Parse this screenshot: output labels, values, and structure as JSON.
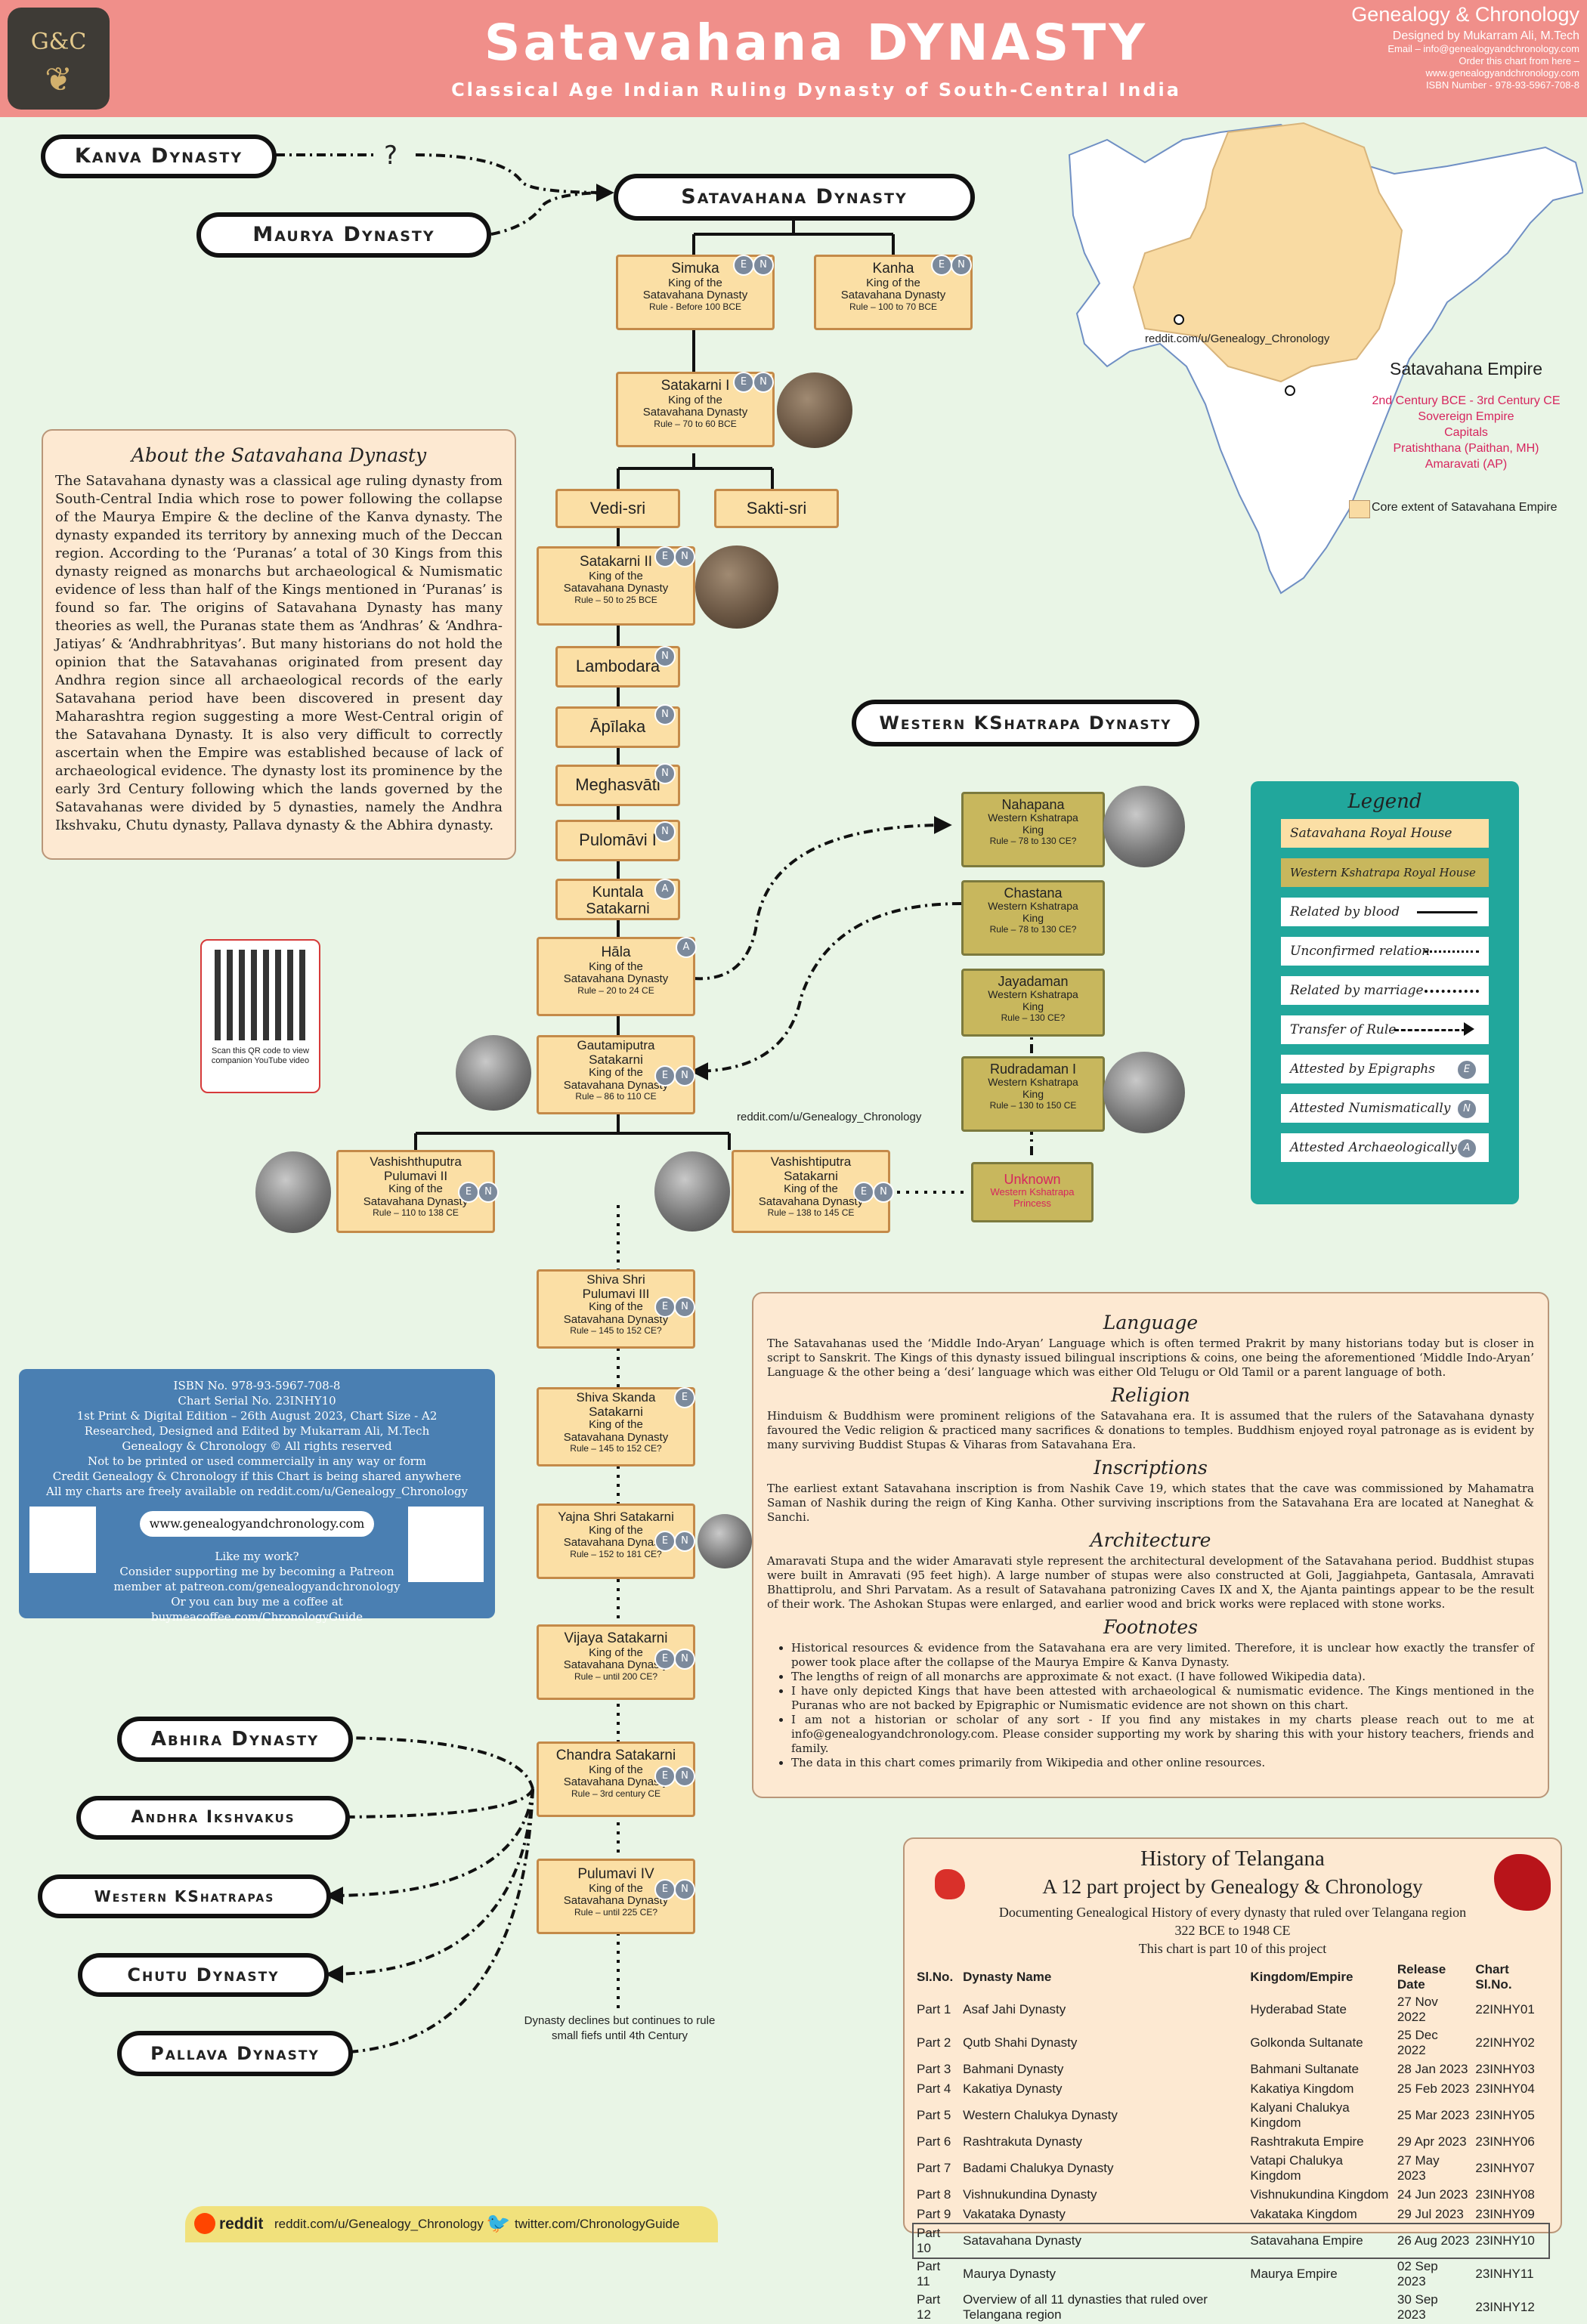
{
  "header": {
    "logo_text": "G&C",
    "title": "Satavahana DYNASTY",
    "subtitle": "Classical Age Indian Ruling Dynasty of South-Central India",
    "brand": "Genealogy & Chronology",
    "designer": "Designed by Mukarram Ali, M.Tech",
    "email": "Email – info@genealogyandchronology.com",
    "order1": "Order this chart from here –",
    "order2": "www.genealogyandchronology.com",
    "isbn": "ISBN Number - 978-93-5967-708-8"
  },
  "dynasties": {
    "kanva": "Kanva Dynasty",
    "maurya": "Maurya Dynasty",
    "satavahana": "Satavahana Dynasty",
    "western": "Western KShatrapa Dynasty",
    "question": "?",
    "abhira": "Abhira Dynasty",
    "ikshvakus": "Andhra Ikshvakus",
    "kshatrapas": "Western KShatrapas",
    "chutu": "Chutu Dynasty",
    "pallava": "Pallava Dynasty"
  },
  "kings": {
    "simuka": {
      "name": "Simuka",
      "t1": "King of the",
      "t2": "Satavahana Dynasty",
      "rule": "Rule - Before 100 BCE"
    },
    "kanha": {
      "name": "Kanha",
      "t1": "King of the",
      "t2": "Satavahana Dynasty",
      "rule": "Rule – 100 to 70 BCE"
    },
    "satakarni1": {
      "name": "Satakarni I",
      "t1": "King of the",
      "t2": "Satavahana Dynasty",
      "rule": "Rule – 70 to 60 BCE"
    },
    "vedisri": "Vedi-sri",
    "saktisri": "Sakti-sri",
    "satakarni2": {
      "name": "Satakarni II",
      "t1": "King of the",
      "t2": "Satavahana Dynasty",
      "rule": "Rule – 50 to 25 BCE"
    },
    "lambodara": "Lambodara",
    "apilaka": "Āpīlaka",
    "meghasvati": "Meghasvāti",
    "pulomavi1": "Pulomāvi I",
    "kuntala1": "Kuntala",
    "kuntala2": "Satakarni",
    "hala": {
      "name": "Hāla",
      "t1": "King of the",
      "t2": "Satavahana Dynasty",
      "rule": "Rule – 20 to 24 CE"
    },
    "gautamiputra": {
      "name1": "Gautamiputra",
      "name2": "Satakarni",
      "t1": "King of the",
      "t2": "Satavahana Dynasty",
      "rule": "Rule – 86 to 110 CE"
    },
    "vashishthuputra": {
      "name1": "Vashishthuputra",
      "name2": "Pulumavi II",
      "t1": "King of the",
      "t2": "Satavahana Dynasty",
      "rule": "Rule – 110 to 138 CE"
    },
    "vashishtiputra": {
      "name1": "Vashishtiputra",
      "name2": "Satakarni",
      "t1": "King of the",
      "t2": "Satavahana Dynasty",
      "rule": "Rule – 138 to 145 CE"
    },
    "shivashri": {
      "name1": "Shiva Shri",
      "name2": "Pulumavi III",
      "t1": "King of the",
      "t2": "Satavahana Dynasty",
      "rule": "Rule – 145 to 152 CE?"
    },
    "shivaskanda": {
      "name1": "Shiva Skanda",
      "name2": "Satakarni",
      "t1": "King of the",
      "t2": "Satavahana Dynasty",
      "rule": "Rule – 145 to 152 CE?"
    },
    "yajna": {
      "name1": "Yajna Shri Satakarni",
      "t1": "King of the",
      "t2": "Satavahana Dynasty",
      "rule": "Rule – 152 to 181 CE?"
    },
    "vijaya": {
      "name1": "Vijaya Satakarni",
      "t1": "King of the",
      "t2": "Satavahana Dynasty",
      "rule": "Rule – until 200 CE?"
    },
    "chandra": {
      "name1": "Chandra Satakarni",
      "t1": "King of the",
      "t2": "Satavahana Dynasty",
      "rule": "Rule – 3rd century CE"
    },
    "pulumavi4": {
      "name1": "Pulumavi IV",
      "t1": "King of the",
      "t2": "Satavahana Dynasty",
      "rule": "Rule – until 225 CE?"
    },
    "decline": "Dynasty declines but continues to rule small fiefs until 4th Century",
    "nahapana": {
      "name": "Nahapana",
      "t1": "Western Kshatrapa",
      "t2": "King",
      "rule": "Rule – 78 to 130 CE?"
    },
    "chastana": {
      "name": "Chastana",
      "t1": "Western Kshatrapa",
      "t2": "King",
      "rule": "Rule – 78 to 130 CE?"
    },
    "jayadaman": {
      "name": "Jayadaman",
      "t1": "Western Kshatrapa",
      "t2": "King",
      "rule": "Rule – 130 CE?"
    },
    "rudradaman": {
      "name": "Rudradaman I",
      "t1": "Western Kshatrapa",
      "t2": "King",
      "rule": "Rule – 130 to 150 CE"
    },
    "unknown": {
      "name": "Unknown",
      "t1": "Western Kshatrapa",
      "t2": "Princess"
    }
  },
  "badges": {
    "e": "E",
    "n": "N",
    "a": "A"
  },
  "map": {
    "title": "Satavahana Empire",
    "era": "2nd Century BCE - 3rd Century CE",
    "kind": "Sovereign Empire",
    "capitals": "Capitals",
    "capital1": "Pratishthana (Paithan, MH)",
    "capital2": "Amaravati (AP)",
    "core": "Core extent of Satavahana Empire",
    "watermark": "reddit.com/u/Genealogy_Chronology"
  },
  "watermark2": "reddit.com/u/Genealogy_Chronology",
  "about": {
    "title": "About the Satavahana Dynasty",
    "text": "The Satavahana dynasty was a classical age ruling dynasty from South-Central India which rose to power following the collapse of the Maurya Empire & the decline of the Kanva dynasty. The dynasty expanded its territory by annexing much of the Deccan region. According to the ‘Puranas’ a total of 30 Kings from this dynasty reigned as monarchs but archaeological & Numismatic evidence of less than half of the Kings mentioned in ‘Puranas’ is found so far. The origins of Satavahana Dynasty has many theories as well, the Puranas state them as ‘Andhras’ & ‘Andhra-Jatiyas’ & ‘Andhrabhrityas’. But many historians do not hold the opinion that the Satavahanas originated from present day Andhra region since all archaeological records of the early Satavahana period have been discovered in present day Maharashtra region suggesting a more West-Central origin of the Satavahana Dynasty. It is also very difficult to correctly ascertain when the Empire was established because of lack of archaeological evidence. The dynasty lost its prominence by the early 3rd Century following which the lands governed by the Satavahanas were divided by 5 dynasties, namely the Andhra Ikshvaku, Chutu dynasty, Pallava dynasty & the Abhira dynasty."
  },
  "qr": {
    "caption": "Scan this QR code to view companion YouTube video"
  },
  "legend": {
    "title": "Legend",
    "items": [
      "Satavahana Royal House",
      "Western Kshatrapa Royal House",
      "Related by blood",
      "Unconfirmed relation",
      "Related by marriage",
      "Transfer of Rule",
      "Attested by Epigraphs",
      "Attested Numismatically",
      "Attested Archaeologically"
    ]
  },
  "isbn_panel": {
    "lines": [
      "ISBN No. 978-93-5967-708-8",
      "Chart Serial No. 23INHY10",
      "1st Print & Digital Edition – 26th August 2023, Chart Size - A2",
      "Researched, Designed and Edited by Mukarram Ali, M.Tech",
      "Genealogy & Chronology © All rights reserved",
      "Not to be printed or used commercially in any way or form",
      "Credit Genealogy & Chronology if this Chart is being shared anywhere",
      "All my charts are freely available on reddit.com/u/Genealogy_Chronology"
    ],
    "website": "www.genealogyandchronology.com",
    "support": [
      "Like my work?",
      "Consider supporting me by becoming a Patreon",
      "member at patreon.com/genealogyandchronology",
      "Or you can buy me a coffee at buymeacoffee.com/ChronologyGuide"
    ]
  },
  "info": {
    "language_title": "Language",
    "language": "The Satavahanas used the ‘Middle Indo-Aryan’ Language which is often termed Prakrit by many historians today but is closer in script to Sanskrit. The Kings of this dynasty issued bilingual inscriptions & coins, one being the aforementioned ‘Middle Indo-Aryan’ Language & the other being a ‘desi’ language which was either Old Telugu or Old Tamil or a parent language of both.",
    "religion_title": "Religion",
    "religion": "Hinduism & Buddhism were prominent religions of the Satavahana era. It is assumed that the rulers of the Satavahana dynasty favoured the Vedic religion & practiced many sacrifices & donations to temples. Buddhism enjoyed royal patronage as is evident by many surviving Buddist Stupas & Viharas from Satavahana Era.",
    "inscriptions_title": "Inscriptions",
    "inscriptions": "The earliest extant Satavahana inscription is from Nashik Cave 19, which states that the cave was commissioned by Mahamatra Saman of Nashik during the reign of King Kanha. Other surviving inscriptions from the Satavahana Era are located at Naneghat & Sanchi.",
    "architecture_title": "Architecture",
    "architecture": "Amaravati Stupa and the wider Amaravati style represent the architectural development of the Satavahana period. Buddhist stupas were built in Amravati (95 feet high). A large number of stupas were also constructed at Goli, Jaggiahpeta, Gantasala, Amravati Bhattiprolu, and Shri Parvatam. As a result of Satavahana patronizing Caves IX and X, the Ajanta paintings appear to be the result of their work. The Ashokan Stupas were enlarged, and earlier wood and brick works were replaced with stone works.",
    "footnotes_title": "Footnotes",
    "footnotes": [
      "Historical resources & evidence from the Satavahana era are very limited. Therefore, it is unclear how exactly the transfer of power took place after the collapse of the Maurya Empire & Kanva Dynasty.",
      "The lengths of reign of all monarchs are approximate & not exact. (I have followed Wikipedia data).",
      "I have only depicted Kings that have been attested with archaeological & numismatic evidence. The Kings mentioned in the Puranas who are not backed by Epigraphic or Numismatic evidence are not shown on this chart.",
      "I am not a historian or scholar of any sort - If you find any mistakes in my charts please reach out to me at info@genealogyandchronology.com. Please consider supporting my work by sharing this with your history teachers, friends and family.",
      "The data in this chart comes primarily from Wikipedia and other online resources."
    ]
  },
  "telangana": {
    "title": "History of Telangana",
    "project": "A 12 part project by Genealogy & Chronology",
    "desc": "Documenting Genealogical History of every dynasty that ruled over Telangana region",
    "years": "322 BCE to 1948 CE",
    "part": "This chart is part 10 of this project",
    "headers": [
      "Sl.No.",
      "Dynasty Name",
      "Kingdom/Empire",
      "Release Date",
      "Chart Sl.No."
    ],
    "rows": [
      [
        "Part 1",
        "Asaf Jahi Dynasty",
        "Hyderabad State",
        "27 Nov 2022",
        "22INHY01"
      ],
      [
        "Part 2",
        "Qutb Shahi Dynasty",
        "Golkonda Sultanate",
        "25 Dec 2022",
        "22INHY02"
      ],
      [
        "Part 3",
        "Bahmani Dynasty",
        "Bahmani Sultanate",
        "28 Jan  2023",
        "23INHY03"
      ],
      [
        "Part 4",
        "Kakatiya Dynasty",
        "Kakatiya Kingdom",
        "25 Feb  2023",
        "23INHY04"
      ],
      [
        "Part 5",
        "Western Chalukya Dynasty",
        "Kalyani Chalukya Kingdom",
        "25 Mar  2023",
        "23INHY05"
      ],
      [
        "Part 6",
        "Rashtrakuta Dynasty",
        "Rashtrakuta Empire",
        "29 Apr  2023",
        "23INHY06"
      ],
      [
        "Part 7",
        "Badami Chalukya Dynasty",
        "Vatapi Chalukya Kingdom",
        "27 May  2023",
        "23INHY07"
      ],
      [
        "Part 8",
        "Vishnukundina Dynasty",
        "Vishnukundina Kingdom",
        "24 Jun  2023",
        "23INHY08"
      ],
      [
        "Part 9",
        "Vakataka Dynasty",
        "Vakataka Kingdom",
        "29 Jul  2023",
        "23INHY09"
      ],
      [
        "Part 10",
        "Satavahana Dynasty",
        "Satavahana Empire",
        "26 Aug  2023",
        "23INHY10"
      ],
      [
        "Part 11",
        "Maurya Dynasty",
        "Maurya Empire",
        "02 Sep  2023",
        "23INHY11"
      ],
      [
        "Part 12",
        "Overview of all 11 dynasties that ruled over Telangana region",
        "",
        "30 Sep  2023",
        "23INHY12"
      ]
    ]
  },
  "footer": {
    "reddit_word": "reddit",
    "reddit": "reddit.com/u/Genealogy_Chronology",
    "twitter": "twitter.com/ChronologyGuide"
  }
}
